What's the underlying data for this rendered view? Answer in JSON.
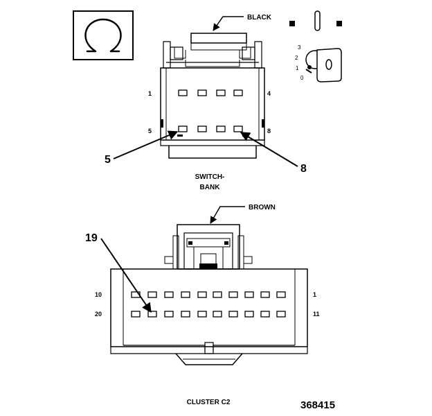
{
  "switch_bank": {
    "wire_color": "BLACK",
    "title_line1": "SWITCH-",
    "title_line2": "BANK",
    "pin_top_left": "1",
    "pin_top_right": "4",
    "pin_bottom_left": "5",
    "pin_bottom_right": "8",
    "callout_left": "5",
    "callout_right": "8"
  },
  "cluster": {
    "wire_color": "BROWN",
    "title": "CLUSTER C2",
    "pin_top_left": "10",
    "pin_top_right": "1",
    "pin_bottom_left": "20",
    "pin_bottom_right": "11",
    "callout": "19"
  },
  "key_positions": [
    "3",
    "2",
    "1",
    "0"
  ],
  "figure_number": "368415",
  "icons": [
    "ohm-symbol-icon",
    "key-icon"
  ]
}
